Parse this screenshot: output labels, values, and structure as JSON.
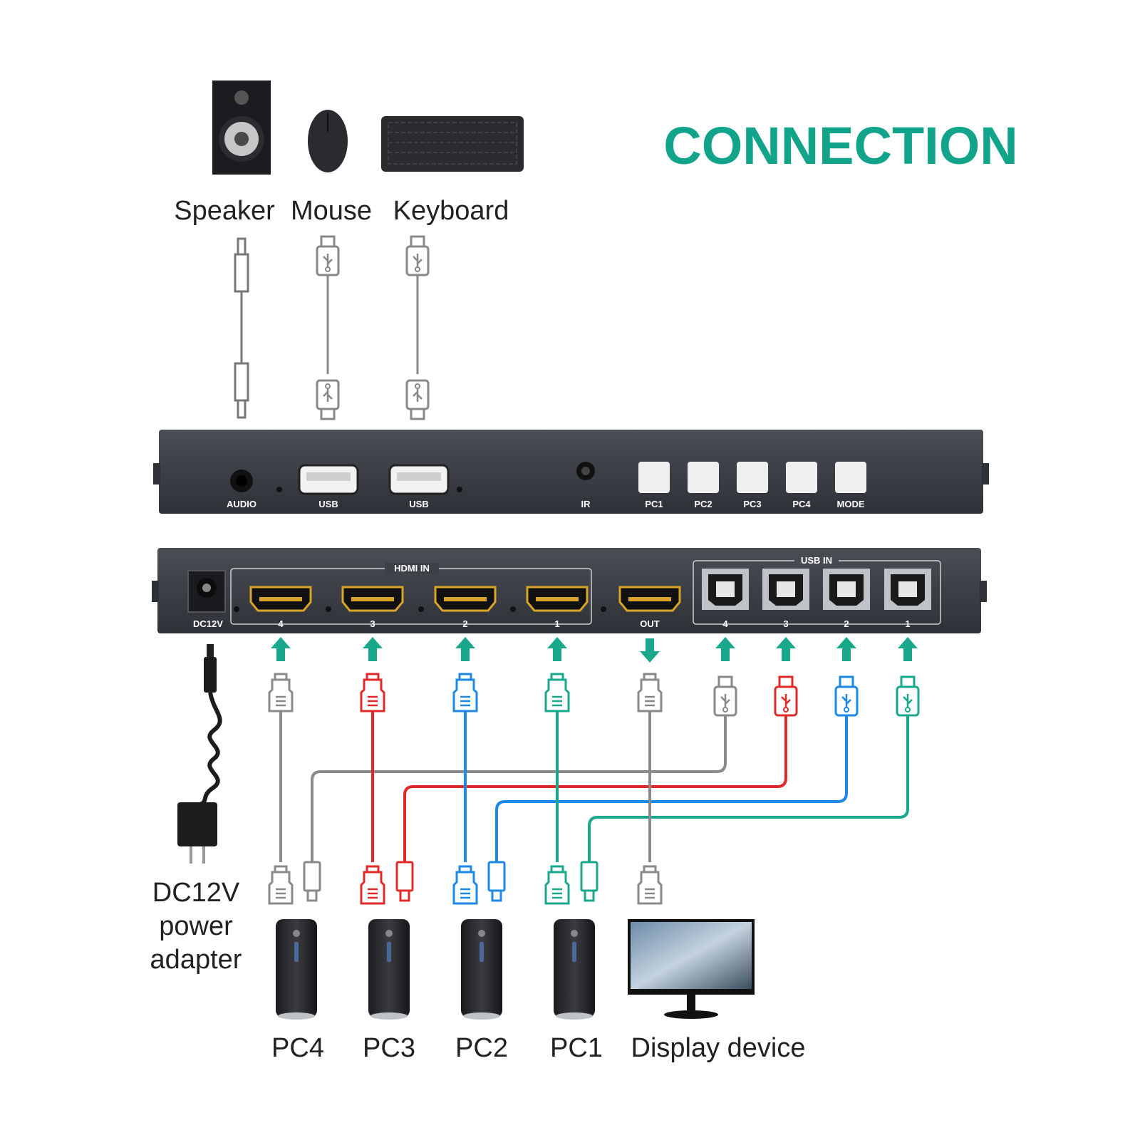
{
  "title": "CONNECTION",
  "peripherals": [
    {
      "label": "Speaker",
      "icon": "speaker-icon"
    },
    {
      "label": "Mouse",
      "icon": "mouse-icon"
    },
    {
      "label": "Keyboard",
      "icon": "keyboard-icon"
    }
  ],
  "front_panel": {
    "ports": [
      "AUDIO",
      "USB",
      "USB",
      "IR"
    ],
    "buttons": [
      "PC1",
      "PC2",
      "PC3",
      "PC4",
      "MODE"
    ]
  },
  "rear_panel": {
    "dc_label": "DC12V",
    "hdmi_in_group": "HDMI IN",
    "hdmi_in_ports": [
      "4",
      "3",
      "2",
      "1"
    ],
    "hdmi_out": "OUT",
    "usb_in_group": "USB IN",
    "usb_in_ports": [
      "4",
      "3",
      "2",
      "1"
    ]
  },
  "bottom": {
    "power_adapter": [
      "DC12V",
      "power",
      "adapter"
    ],
    "pcs": [
      "PC4",
      "PC3",
      "PC2",
      "PC1"
    ],
    "display": "Display device"
  },
  "colors": {
    "title": "#12a38b",
    "pc4": "#8a8a8a",
    "pc3": "#e02a2a",
    "pc2": "#1e88e5",
    "pc1": "#1aa88c",
    "arrow": "#1aa88c",
    "device": "#3a3d42",
    "hdmi_gold": "#d8a528"
  }
}
